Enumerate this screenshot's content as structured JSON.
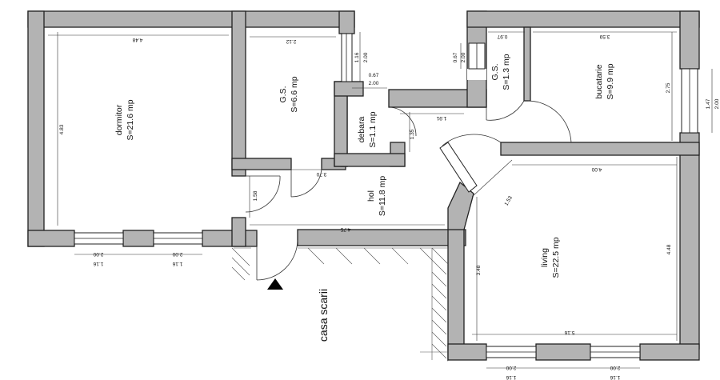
{
  "rooms": {
    "dormitor": {
      "name": "dormitor",
      "area": "S=21.6 mp"
    },
    "gs1": {
      "name": "G.S.",
      "area": "S=6.6 mp"
    },
    "debara": {
      "name": "debara",
      "area": "S=1.1 mp"
    },
    "gs2": {
      "name": "G.S.",
      "area": "S=1.3 mp"
    },
    "bucatarie": {
      "name": "bucatarie",
      "area": "S=9.9 mp"
    },
    "hol": {
      "name": "hol",
      "area": "S=11.8 mp"
    },
    "living": {
      "name": "living",
      "area": "S=22.5 mp"
    },
    "casa_scarii": {
      "name": "casa scarii"
    }
  },
  "dimensions": {
    "dormitor_width": "4.48",
    "dormitor_height": "4.83",
    "gs1_width": "2.12",
    "gs1_window": "1.16",
    "gs1_window_h": "2.00",
    "debara_door_w": "0.67",
    "debara_door_h": "2.00",
    "debara_height": "1.35",
    "gs2_width": "0.97",
    "gs2_door_w": "0.67",
    "gs2_door_h": "2.00",
    "bucatarie_width": "3.59",
    "bucatarie_height": "2.75",
    "bucatarie_window_w": "1.47",
    "bucatarie_window_h": "2.00",
    "corridor_upper": "1.91",
    "hol_width1": "3.70",
    "hol_door_h": "1.58",
    "hol_width2": "4.75",
    "living_width": "4.00",
    "living_height": "4.48",
    "living_left": "3.48",
    "living_diag": "1.53",
    "living_bottom": "5.16",
    "dorm_win1_w": "1.16",
    "dorm_win1_h": "2.00",
    "dorm_win2_w": "1.16",
    "dorm_win2_h": "2.00",
    "liv_win1_w": "1.16",
    "liv_win1_h": "2.00",
    "liv_win2_w": "1.16",
    "liv_win2_h": "2.00"
  }
}
